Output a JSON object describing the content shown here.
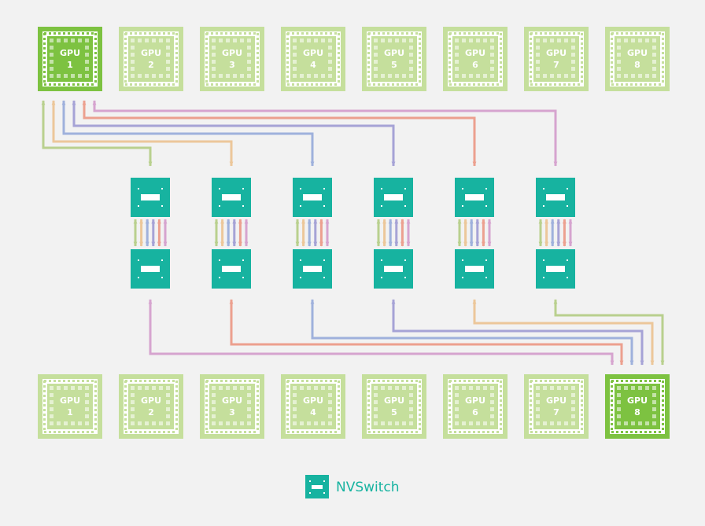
{
  "colors": {
    "gpu_active": "#7dc241",
    "gpu_inactive": "#c5df9c",
    "switch": "#17b3a0",
    "background": "#f2f2f2",
    "links": [
      "#b9d08e",
      "#ecc79a",
      "#9fb1dc",
      "#a6a3d6",
      "#eca08f",
      "#d6a4cf"
    ]
  },
  "top_gpus": [
    {
      "label": "GPU",
      "number": "1",
      "active": true
    },
    {
      "label": "GPU",
      "number": "2",
      "active": false
    },
    {
      "label": "GPU",
      "number": "3",
      "active": false
    },
    {
      "label": "GPU",
      "number": "4",
      "active": false
    },
    {
      "label": "GPU",
      "number": "5",
      "active": false
    },
    {
      "label": "GPU",
      "number": "6",
      "active": false
    },
    {
      "label": "GPU",
      "number": "7",
      "active": false
    },
    {
      "label": "GPU",
      "number": "8",
      "active": false
    }
  ],
  "bottom_gpus": [
    {
      "label": "GPU",
      "number": "1",
      "active": false
    },
    {
      "label": "GPU",
      "number": "2",
      "active": false
    },
    {
      "label": "GPU",
      "number": "3",
      "active": false
    },
    {
      "label": "GPU",
      "number": "4",
      "active": false
    },
    {
      "label": "GPU",
      "number": "5",
      "active": false
    },
    {
      "label": "GPU",
      "number": "6",
      "active": false
    },
    {
      "label": "GPU",
      "number": "7",
      "active": false
    },
    {
      "label": "GPU",
      "number": "8",
      "active": true
    }
  ],
  "switch_count": 6,
  "legend": {
    "icon": "nvswitch-icon",
    "label": "NVSwitch"
  }
}
